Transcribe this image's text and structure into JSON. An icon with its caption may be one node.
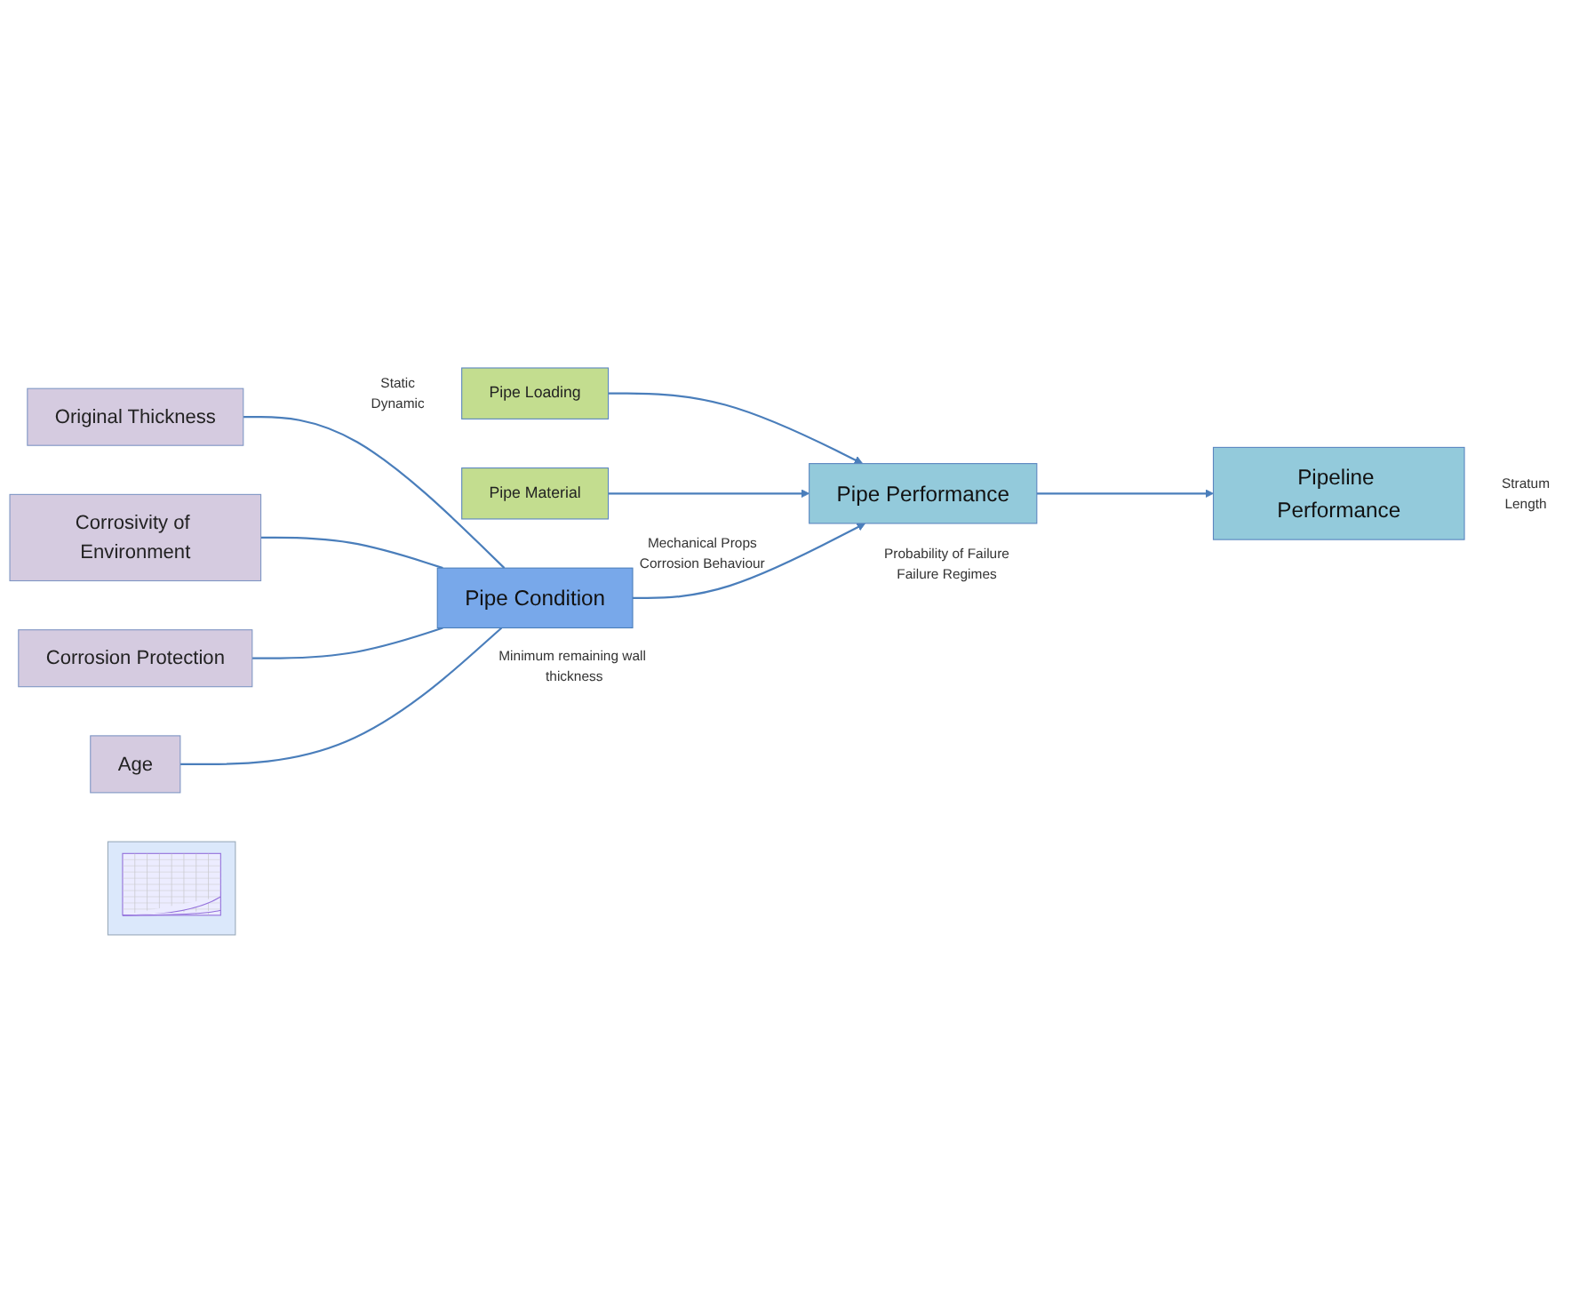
{
  "diagram": {
    "nodes": [
      {
        "text": [
          "Original Thickness"
        ]
      },
      {
        "text": [
          "Corrosivity of Environment"
        ]
      },
      {
        "text": [
          "Corrosion Protection"
        ]
      },
      {
        "text": [
          "Age"
        ]
      },
      {
        "text": [
          "Pipe Loading"
        ],
        "beside": [
          "Static",
          "Dynamic"
        ]
      },
      {
        "text": [
          "Pipe Material"
        ],
        "beside": [
          "Mechanical Props",
          "Corrosion Behaviour"
        ]
      },
      {
        "text": [
          "Pipe Condition"
        ],
        "beside": [
          "Minimum remaining wall thickness"
        ]
      },
      {
        "text": [
          "Pipe Performance"
        ],
        "beside": [
          "Probability of Failure",
          "Failure Regimes"
        ]
      },
      {
        "text": [
          "Pipeline Performance"
        ],
        "beside": [
          "Stratum",
          "Length"
        ]
      },
      {
        "text": [],
        "shape": "picture"
      }
    ],
    "edges": [
      {
        "from": 0,
        "to": 6,
        "arrow": "none"
      },
      {
        "from": 1,
        "to": 6,
        "arrow": "none"
      },
      {
        "from": 2,
        "to": 6,
        "arrow": "none"
      },
      {
        "from": 3,
        "to": 6,
        "arrow": "none"
      },
      {
        "from": 4,
        "to": 7,
        "arrow": "to"
      },
      {
        "from": 5,
        "to": 7,
        "arrow": "to"
      },
      {
        "from": 6,
        "to": 7,
        "arrow": "to"
      },
      {
        "from": 7,
        "to": 8,
        "arrow": "to"
      }
    ]
  }
}
